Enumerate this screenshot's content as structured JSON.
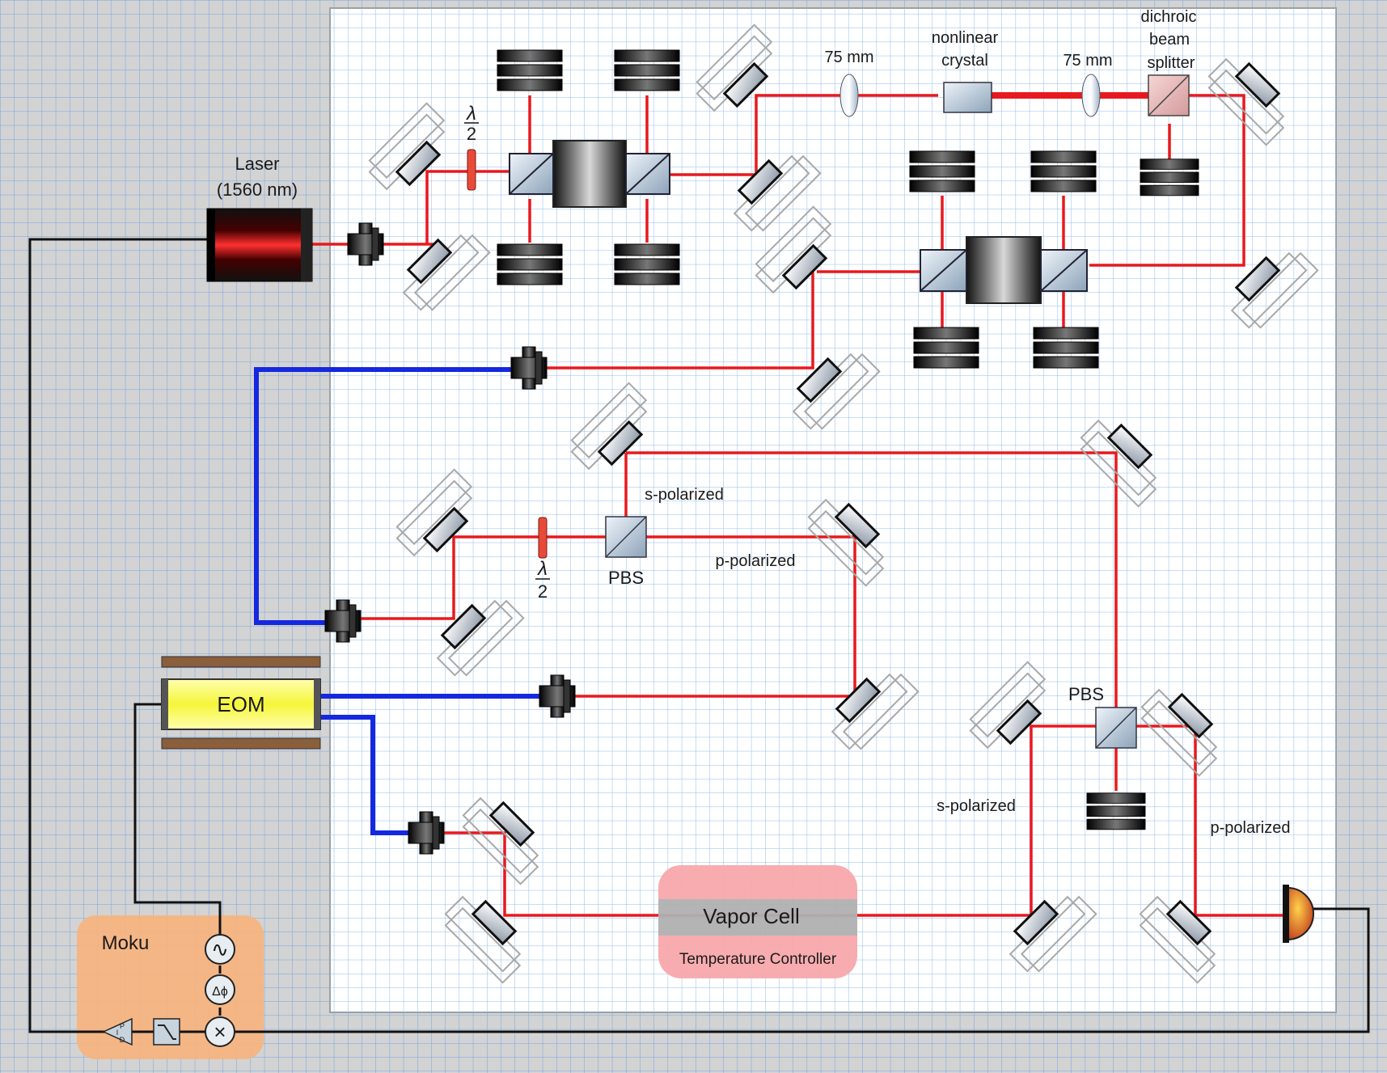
{
  "laser": {
    "title": "Laser",
    "wavelength": "(1560 nm)"
  },
  "optics": {
    "half_wave_num": "λ",
    "half_wave_den": "2",
    "lens_focal_left": "75 mm",
    "lens_focal_right": "75 mm",
    "crystal_line1": "nonlinear",
    "crystal_line2": "crystal",
    "dichroic_line1": "dichroic",
    "dichroic_line2": "beam",
    "dichroic_line3": "splitter"
  },
  "polarization": {
    "s_label": "s-polarized",
    "p_label": "p-polarized",
    "pbs_label": "PBS"
  },
  "eom": {
    "label": "EOM"
  },
  "vapor_cell": {
    "label": "Vapor Cell",
    "controller": "Temperature Controller"
  },
  "moku": {
    "title": "Moku",
    "oscillator_symbol": "∿",
    "phase_symbol": "Δϕ",
    "mixer_symbol": "×",
    "pid_p": "P",
    "pid_i": "I",
    "pid_d": "D"
  },
  "colors": {
    "beam_red": "#e8191e",
    "fiber_blue": "#1428e0",
    "eom_yellow": "#fafa3c",
    "moku_orange": "#f8b27c",
    "vapor_pink": "#f7a8ab",
    "vapor_gray": "#a9a9a9"
  }
}
